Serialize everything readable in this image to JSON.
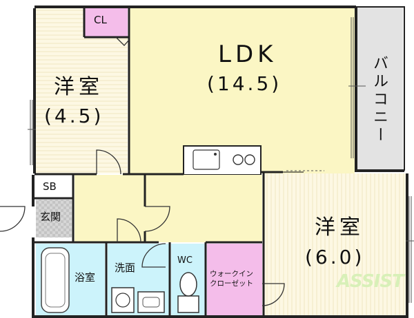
{
  "rooms": {
    "cl": "CL",
    "ldk_name": "LDK",
    "ldk_area": "(14.5)",
    "west_room_name": "洋室",
    "west_room_area": "(4.5)",
    "east_room_name": "洋室",
    "east_room_area": "(6.0)",
    "balcony": "バルコニー",
    "sb": "SB",
    "entrance": "玄関",
    "bath": "浴室",
    "washroom": "洗面",
    "wc": "WC",
    "walk_in_closet_line1": "ウォークイン",
    "walk_in_closet_line2": "クローゼット"
  },
  "logo": {
    "text": "ASSIST"
  },
  "colors": {
    "western_room": "#fdf8e3",
    "ldk": "#fbf6c4",
    "closet": "#f4bdea",
    "bath": "#ccf3fb",
    "entrance": "#cfcfcf",
    "balcony": "#e3e3e3",
    "wall": "#222222"
  }
}
